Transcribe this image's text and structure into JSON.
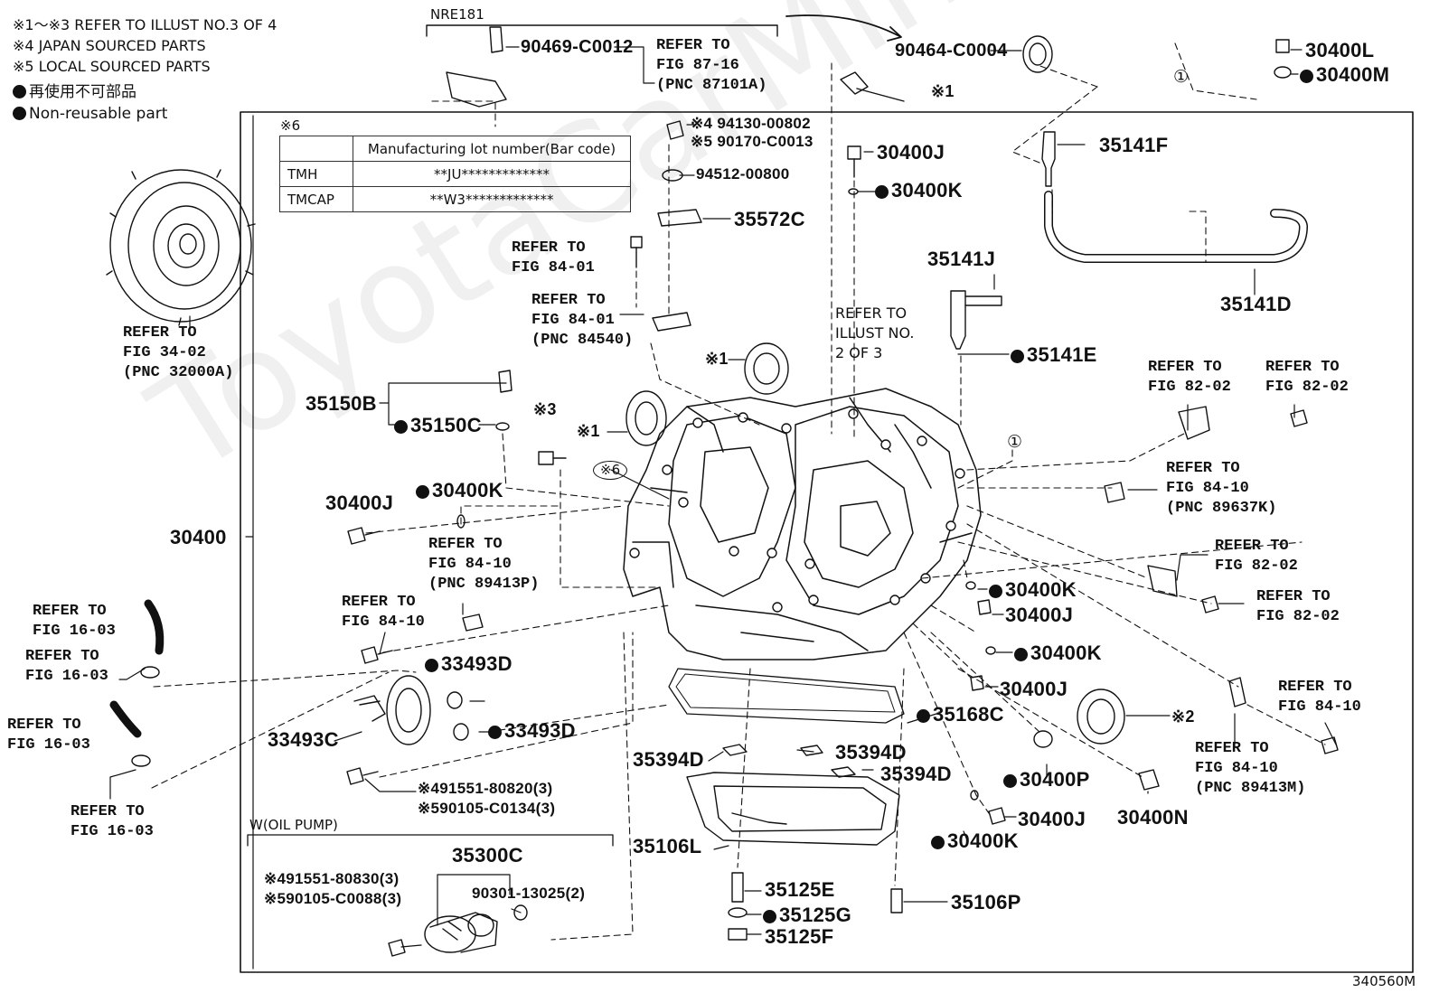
{
  "legend": {
    "notes": [
      "※1～※3 REFER TO ILLUST NO.3 OF 4",
      "※4  JAPAN SOURCED PARTS",
      "※5  LOCAL SOURCED PARTS"
    ],
    "non_reusable_jp": "再使用不可部品",
    "non_reusable_en": "Non-reusable part"
  },
  "lot_table": {
    "mark": "※6",
    "header": "Manufacturing lot number(Bar code)",
    "rows": [
      {
        "maker": "TMH",
        "code": "**JU*************"
      },
      {
        "maker": "TMCAP",
        "code": "**W3*************"
      }
    ]
  },
  "group_labels": {
    "nre": "NRE181",
    "oil_pump": "W(OIL PUMP)",
    "circle_1": "①",
    "mark_6": "※6",
    "figure_id": "340560M",
    "watermark": "ToyotaCarMine.ru"
  },
  "parts": {
    "p90469": "90469-C0012",
    "p90464": "90464-C0004",
    "p30400L": "30400L",
    "p30400M": "30400M",
    "p94130": "※4 94130-00802",
    "p90170": "※5 90170-C0013",
    "p94512": "94512-00800",
    "p35572C": "35572C",
    "p30400J_top": "30400J",
    "p30400K_top": "30400K",
    "p35141F": "35141F",
    "p35141J": "35141J",
    "p35141D": "35141D",
    "p35141E": "35141E",
    "p35150B": "35150B",
    "p35150C": "35150C",
    "p30400J_left": "30400J",
    "p30400K_left": "30400K",
    "p30400": "30400",
    "p33493D_1": "33493D",
    "p33493D_2": "33493D",
    "p33493C": "33493C",
    "p491551_a": "※491551-80820(3)",
    "p590105_a": "※590105-C0134(3)",
    "p35300C": "35300C",
    "p491551_b": "※491551-80830(3)",
    "p590105_b": "※590105-C0088(3)",
    "p90301": "90301-13025(2)",
    "p35394D_1": "35394D",
    "p35394D_2": "35394D",
    "p35394D_3": "35394D",
    "p35168C": "35168C",
    "p35106L": "35106L",
    "p35125E": "35125E",
    "p35125G": "35125G",
    "p35125F": "35125F",
    "p35106P": "35106P",
    "p30400K_r1": "30400K",
    "p30400J_r1": "30400J",
    "p30400K_r2": "30400K",
    "p30400J_r2": "30400J",
    "p30400P": "30400P",
    "p30400J_r3": "30400J",
    "p30400K_r3": "30400K",
    "p30400N": "30400N",
    "m1_a": "※1",
    "m1_b": "※1",
    "m1_c": "※1",
    "m2": "※2",
    "m3": "※3"
  },
  "refs": {
    "r_fig87": "REFER TO\nFIG 87-16\n(PNC 87101A)",
    "r_fig34": "REFER TO\nFIG 34-02\n(PNC 32000A)",
    "r_fig8401_a": "REFER TO\nFIG 84-01",
    "r_fig8401_b": "REFER TO\nFIG 84-01\n(PNC 84540)",
    "r_illust2": "REFER TO\nILLUST NO.\n2 OF 3",
    "r_fig8202_a": "REFER TO\nFIG 82-02",
    "r_fig8202_b": "REFER TO\nFIG 82-02",
    "r_fig8410_a": "REFER TO\nFIG 84-10\n(PNC 89637K)",
    "r_fig8202_c": "REFER TO\nFIG 82-02",
    "r_fig8202_d": "REFER TO\nFIG 82-02",
    "r_fig8410_b": "REFER TO\nFIG 84-10\n(PNC 89413P)",
    "r_fig8410_c": "REFER TO\nFIG 84-10",
    "r_fig1603_a": "REFER TO\nFIG 16-03",
    "r_fig1603_b": "REFER TO\nFIG 16-03",
    "r_fig1603_c": "REFER TO\nFIG 16-03",
    "r_fig1603_d": "REFER TO\nFIG 16-03",
    "r_fig8410_d": "REFER TO\nFIG 84-10",
    "r_fig8410_e": "REFER TO\nFIG 84-10\n(PNC 89413M)"
  }
}
